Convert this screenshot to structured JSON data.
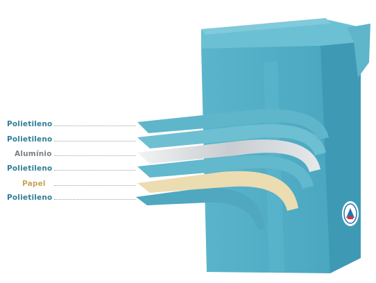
{
  "layers": [
    {
      "label": "Polietileno",
      "fill": "#5fb6cb",
      "label_color": "#2e7f98"
    },
    {
      "label": "Polietileno",
      "fill": "#6ebfd2",
      "label_color": "#2e7f98"
    },
    {
      "label": "Alumínio",
      "fill": "#d9dcdf",
      "label_color": "#7a8086"
    },
    {
      "label": "Polietileno",
      "fill": "#62b8cc",
      "label_color": "#2e7f98"
    },
    {
      "label": "Papel",
      "fill": "#ecdcb2",
      "label_color": "#c9a35b"
    },
    {
      "label": "Polietileno",
      "fill": "#5fb3c8",
      "label_color": "#2e7f98"
    }
  ],
  "package": {
    "front_color": "#52aec6",
    "side_color": "#3f98b2",
    "top_color": "#6cc0d4",
    "logo_icon": "recycle-seal-icon"
  }
}
